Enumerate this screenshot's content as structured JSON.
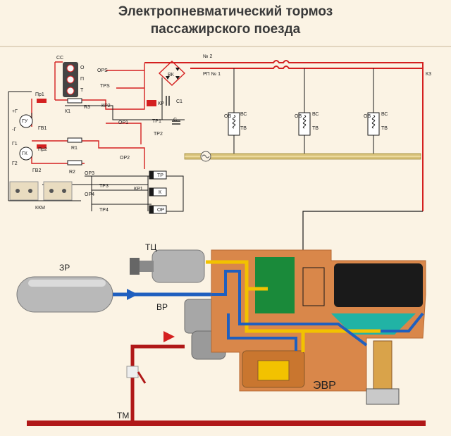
{
  "title": {
    "line1": "Электропневматический тормоз",
    "line2": "пассажирского поезда"
  },
  "circuit": {
    "wire2": "№ 2",
    "wire1": "РП № 1",
    "k3": "К3",
    "cc": "СС",
    "o": "О",
    "p": "П",
    "t": "Т",
    "ops": "OPS",
    "tps": "TPS",
    "pr1": "Пр1",
    "pr2": "Пр2",
    "k1": "К1",
    "r3": "R3",
    "kr2": "КР2",
    "r1": "R1",
    "r2": "R2",
    "gu": "ГУ",
    "gk": "ГК",
    "plus_g": "+Г",
    "minus_g": "-Г",
    "g1": "Г1",
    "g2": "Г2",
    "gv1": "ГВ1",
    "gv2": "ГВ2",
    "op1": "ОР1",
    "op2": "ОР2",
    "op3": "ОР3",
    "op4": "ОР4",
    "tp1": "ТР1",
    "tp2": "ТР2",
    "tp3": "ТР3",
    "tp4": "ТР4",
    "kr1": "КР1",
    "vk": "ВК",
    "kr": "КР",
    "c1": "С1",
    "c": "С",
    "relay_tr": "ТР",
    "relay_k": "К",
    "relay_or": "ОР",
    "kkm": "ККМ",
    "ov": "ОВ",
    "vs": "ВС",
    "tv": "ТВ"
  },
  "pneumatic": {
    "tc": "ТЦ",
    "zr": "ЗР",
    "vr": "ВР",
    "tm": "ТМ",
    "evr": "ЭВР"
  },
  "colors": {
    "background": "#fbf3e4",
    "wire_red": "#d42020",
    "wire_black": "#1a1a1a",
    "air_blue": "#1f5fbf",
    "air_yellow": "#f2c200",
    "body_orange": "#d9874a",
    "board_green": "#1a8a3a",
    "pipe_tm": "#b01818"
  }
}
